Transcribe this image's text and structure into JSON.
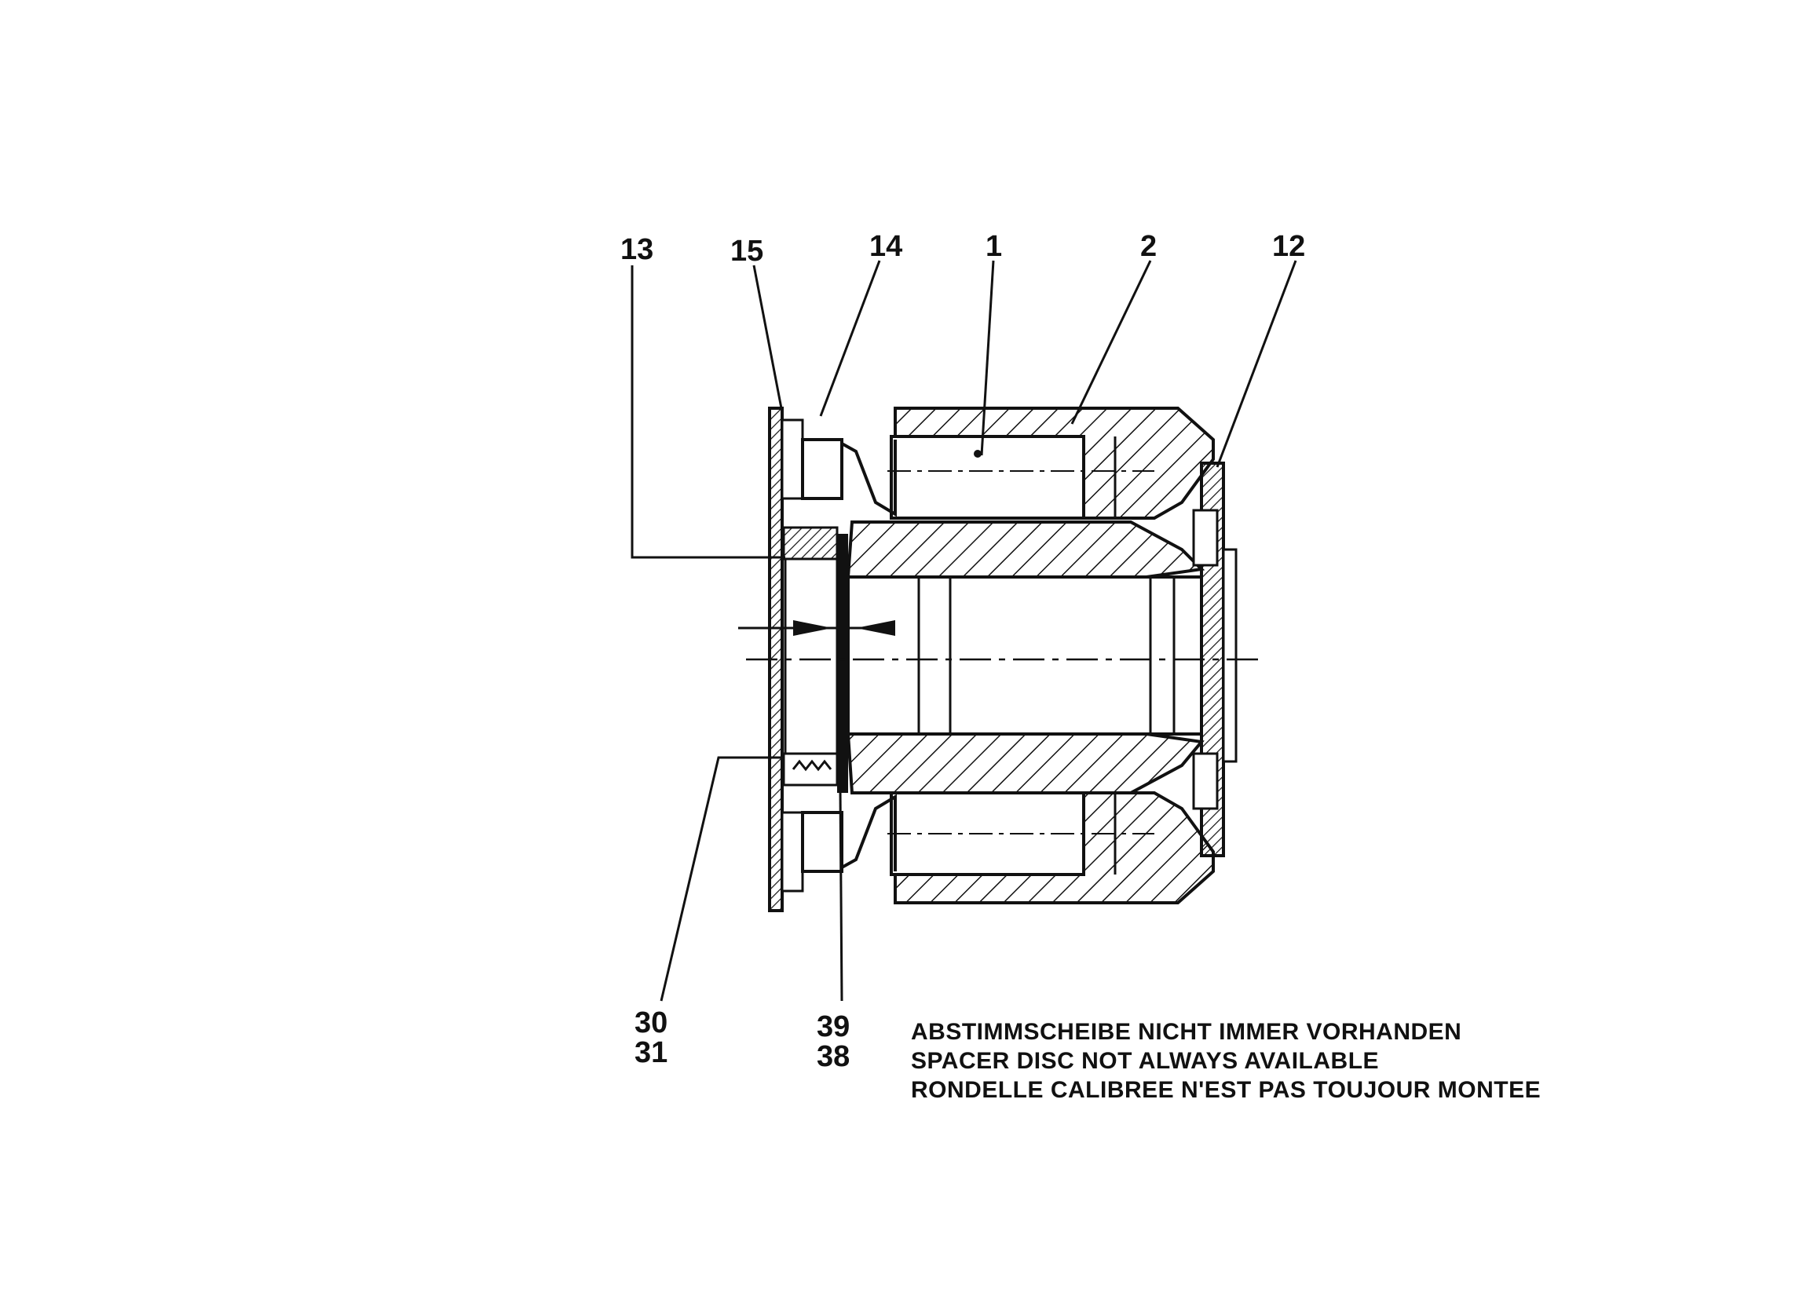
{
  "diagram": {
    "callouts": {
      "c13": "13",
      "c15": "15",
      "c14": "14",
      "c1": "1",
      "c2": "2",
      "c12": "12",
      "c30": "30",
      "c31": "31",
      "c39": "39",
      "c38": "38"
    },
    "note_lines": [
      "ABSTIMMSCHEIBE NICHT IMMER VORHANDEN",
      "SPACER DISC NOT ALWAYS AVAILABLE",
      "RONDELLE CALIBREE N'EST PAS TOUJOUR MONTEE"
    ]
  }
}
